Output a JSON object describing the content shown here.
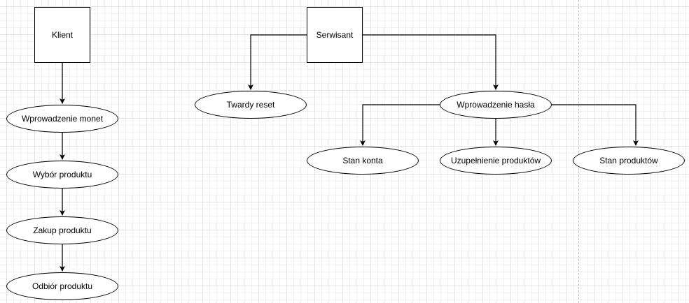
{
  "diagram": {
    "nodes": {
      "klient": "Klient",
      "serwisant": "Serwisant",
      "wprowadzenie_monet": "Wprowadzenie monet",
      "wybor_produktu": "Wybór produktu",
      "zakup_produktu": "Zakup produktu",
      "odbior_produktu": "Odbiór produktu",
      "twardy_reset": "Twardy reset",
      "wprowadzenie_hasla": "Wprowadzenie hasła",
      "stan_konta": "Stan konta",
      "uzupelnienie_produktow": "Uzupełnienie produktów",
      "stan_produktow": "Stan produktów"
    },
    "edges": [
      [
        "klient",
        "wprowadzenie_monet"
      ],
      [
        "wprowadzenie_monet",
        "wybor_produktu"
      ],
      [
        "wybor_produktu",
        "zakup_produktu"
      ],
      [
        "zakup_produktu",
        "odbior_produktu"
      ],
      [
        "serwisant",
        "twardy_reset"
      ],
      [
        "serwisant",
        "wprowadzenie_hasla"
      ],
      [
        "wprowadzenie_hasla",
        "stan_konta"
      ],
      [
        "wprowadzenie_hasla",
        "uzupelnienie_produktow"
      ],
      [
        "wprowadzenie_hasla",
        "stan_produktow"
      ]
    ],
    "colors": {
      "stroke": "#000000",
      "node_fill": "#ffffff",
      "grid": "#e4e4e4"
    }
  }
}
